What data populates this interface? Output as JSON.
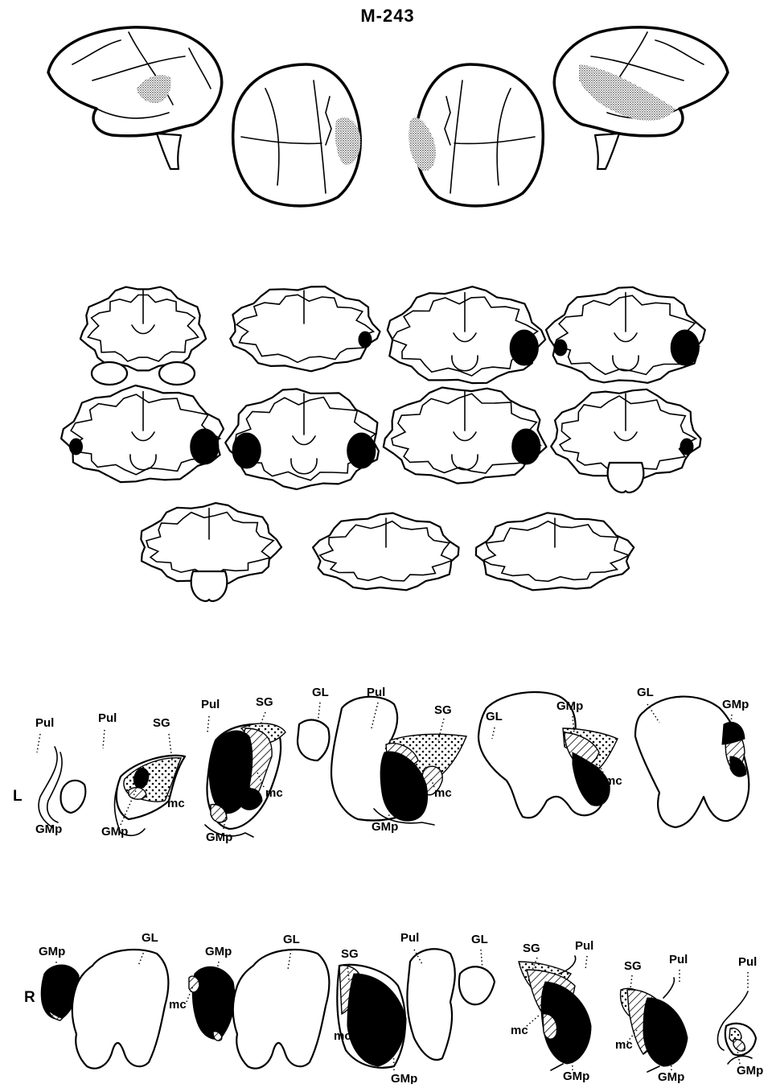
{
  "title": "M-243",
  "hemisphere_labels": {
    "left": "L",
    "right": "R"
  },
  "left_row_labels": [
    "Pul",
    "GMp",
    "Pul",
    "SG",
    "GMp",
    "mc",
    "Pul",
    "SG",
    "mc",
    "GMp",
    "GL",
    "Pul",
    "SG",
    "mc",
    "GMp",
    "GL",
    "GMp",
    "mc",
    "GL",
    "GMp"
  ],
  "right_row_labels": [
    "GMp",
    "GL",
    "GMp",
    "mc",
    "GL",
    "SG",
    "mc",
    "GMp",
    "Pul",
    "GL",
    "SG",
    "Pul",
    "mc",
    "GMp",
    "SG",
    "Pul",
    "mc",
    "GMp",
    "Pul",
    "GMp"
  ],
  "legend_colors": {
    "lesion": "#000000",
    "background": "#ffffff"
  }
}
